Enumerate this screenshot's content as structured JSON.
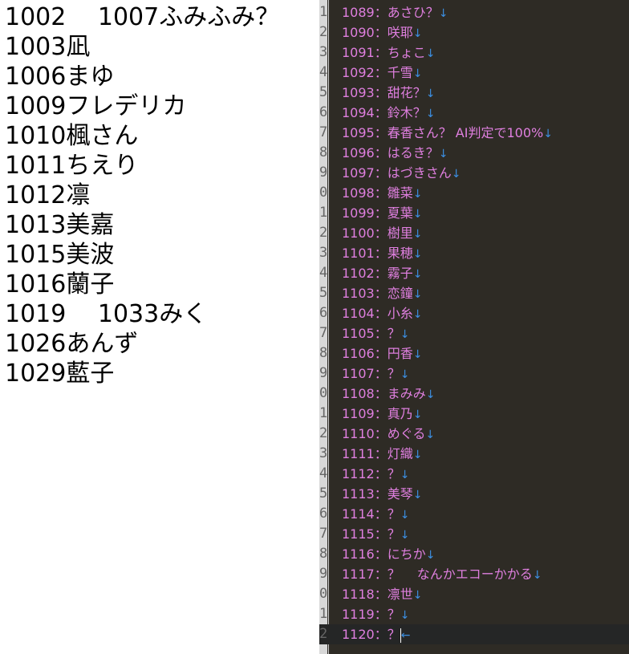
{
  "left_list": [
    "1002　 1007ふみふみ？",
    "1003凪",
    "1006まゆ",
    "1009フレデリカ",
    "1010楓さん",
    "1011ちえり",
    "1012凛",
    "1013美嘉",
    "1015美波",
    "1016蘭子",
    "1019　 1033みく",
    "1026あんず",
    "1029藍子"
  ],
  "editor": {
    "eol_marker": "↓",
    "eof_marker": "←",
    "lines": [
      {
        "num": "1",
        "text": "1089：あさひ？"
      },
      {
        "num": "2",
        "text": "1090：咲耶"
      },
      {
        "num": "3",
        "text": "1091：ちょこ"
      },
      {
        "num": "4",
        "text": "1092：千雪"
      },
      {
        "num": "5",
        "text": "1093：甜花？"
      },
      {
        "num": "6",
        "text": "1094：鈴木？"
      },
      {
        "num": "7",
        "text": "1095：春香さん？ AI判定で100%"
      },
      {
        "num": "8",
        "text": "1096：はるき？"
      },
      {
        "num": "9",
        "text": "1097：はづきさん"
      },
      {
        "num": "0",
        "text": "1098：雛菜"
      },
      {
        "num": "1",
        "text": "1099：夏葉"
      },
      {
        "num": "2",
        "text": "1100：樹里"
      },
      {
        "num": "3",
        "text": "1101：果穂"
      },
      {
        "num": "4",
        "text": "1102：霧子"
      },
      {
        "num": "5",
        "text": "1103：恋鐘"
      },
      {
        "num": "6",
        "text": "1104：小糸"
      },
      {
        "num": "7",
        "text": "1105：？"
      },
      {
        "num": "8",
        "text": "1106：円香"
      },
      {
        "num": "9",
        "text": "1107：？"
      },
      {
        "num": "0",
        "text": "1108：まみみ"
      },
      {
        "num": "1",
        "text": "1109：真乃"
      },
      {
        "num": "2",
        "text": "1110：めぐる"
      },
      {
        "num": "3",
        "text": "1111：灯織"
      },
      {
        "num": "4",
        "text": "1112：？"
      },
      {
        "num": "5",
        "text": "1113：美琴"
      },
      {
        "num": "6",
        "text": "1114：？"
      },
      {
        "num": "7",
        "text": "1115：？"
      },
      {
        "num": "8",
        "text": "1116：にちか"
      },
      {
        "num": "9",
        "text": "1117：？　 なんかエコーかかる"
      },
      {
        "num": "0",
        "text": "1118：凛世"
      },
      {
        "num": "1",
        "text": "1119：？"
      },
      {
        "num": "2",
        "text": "1120：？"
      }
    ]
  }
}
